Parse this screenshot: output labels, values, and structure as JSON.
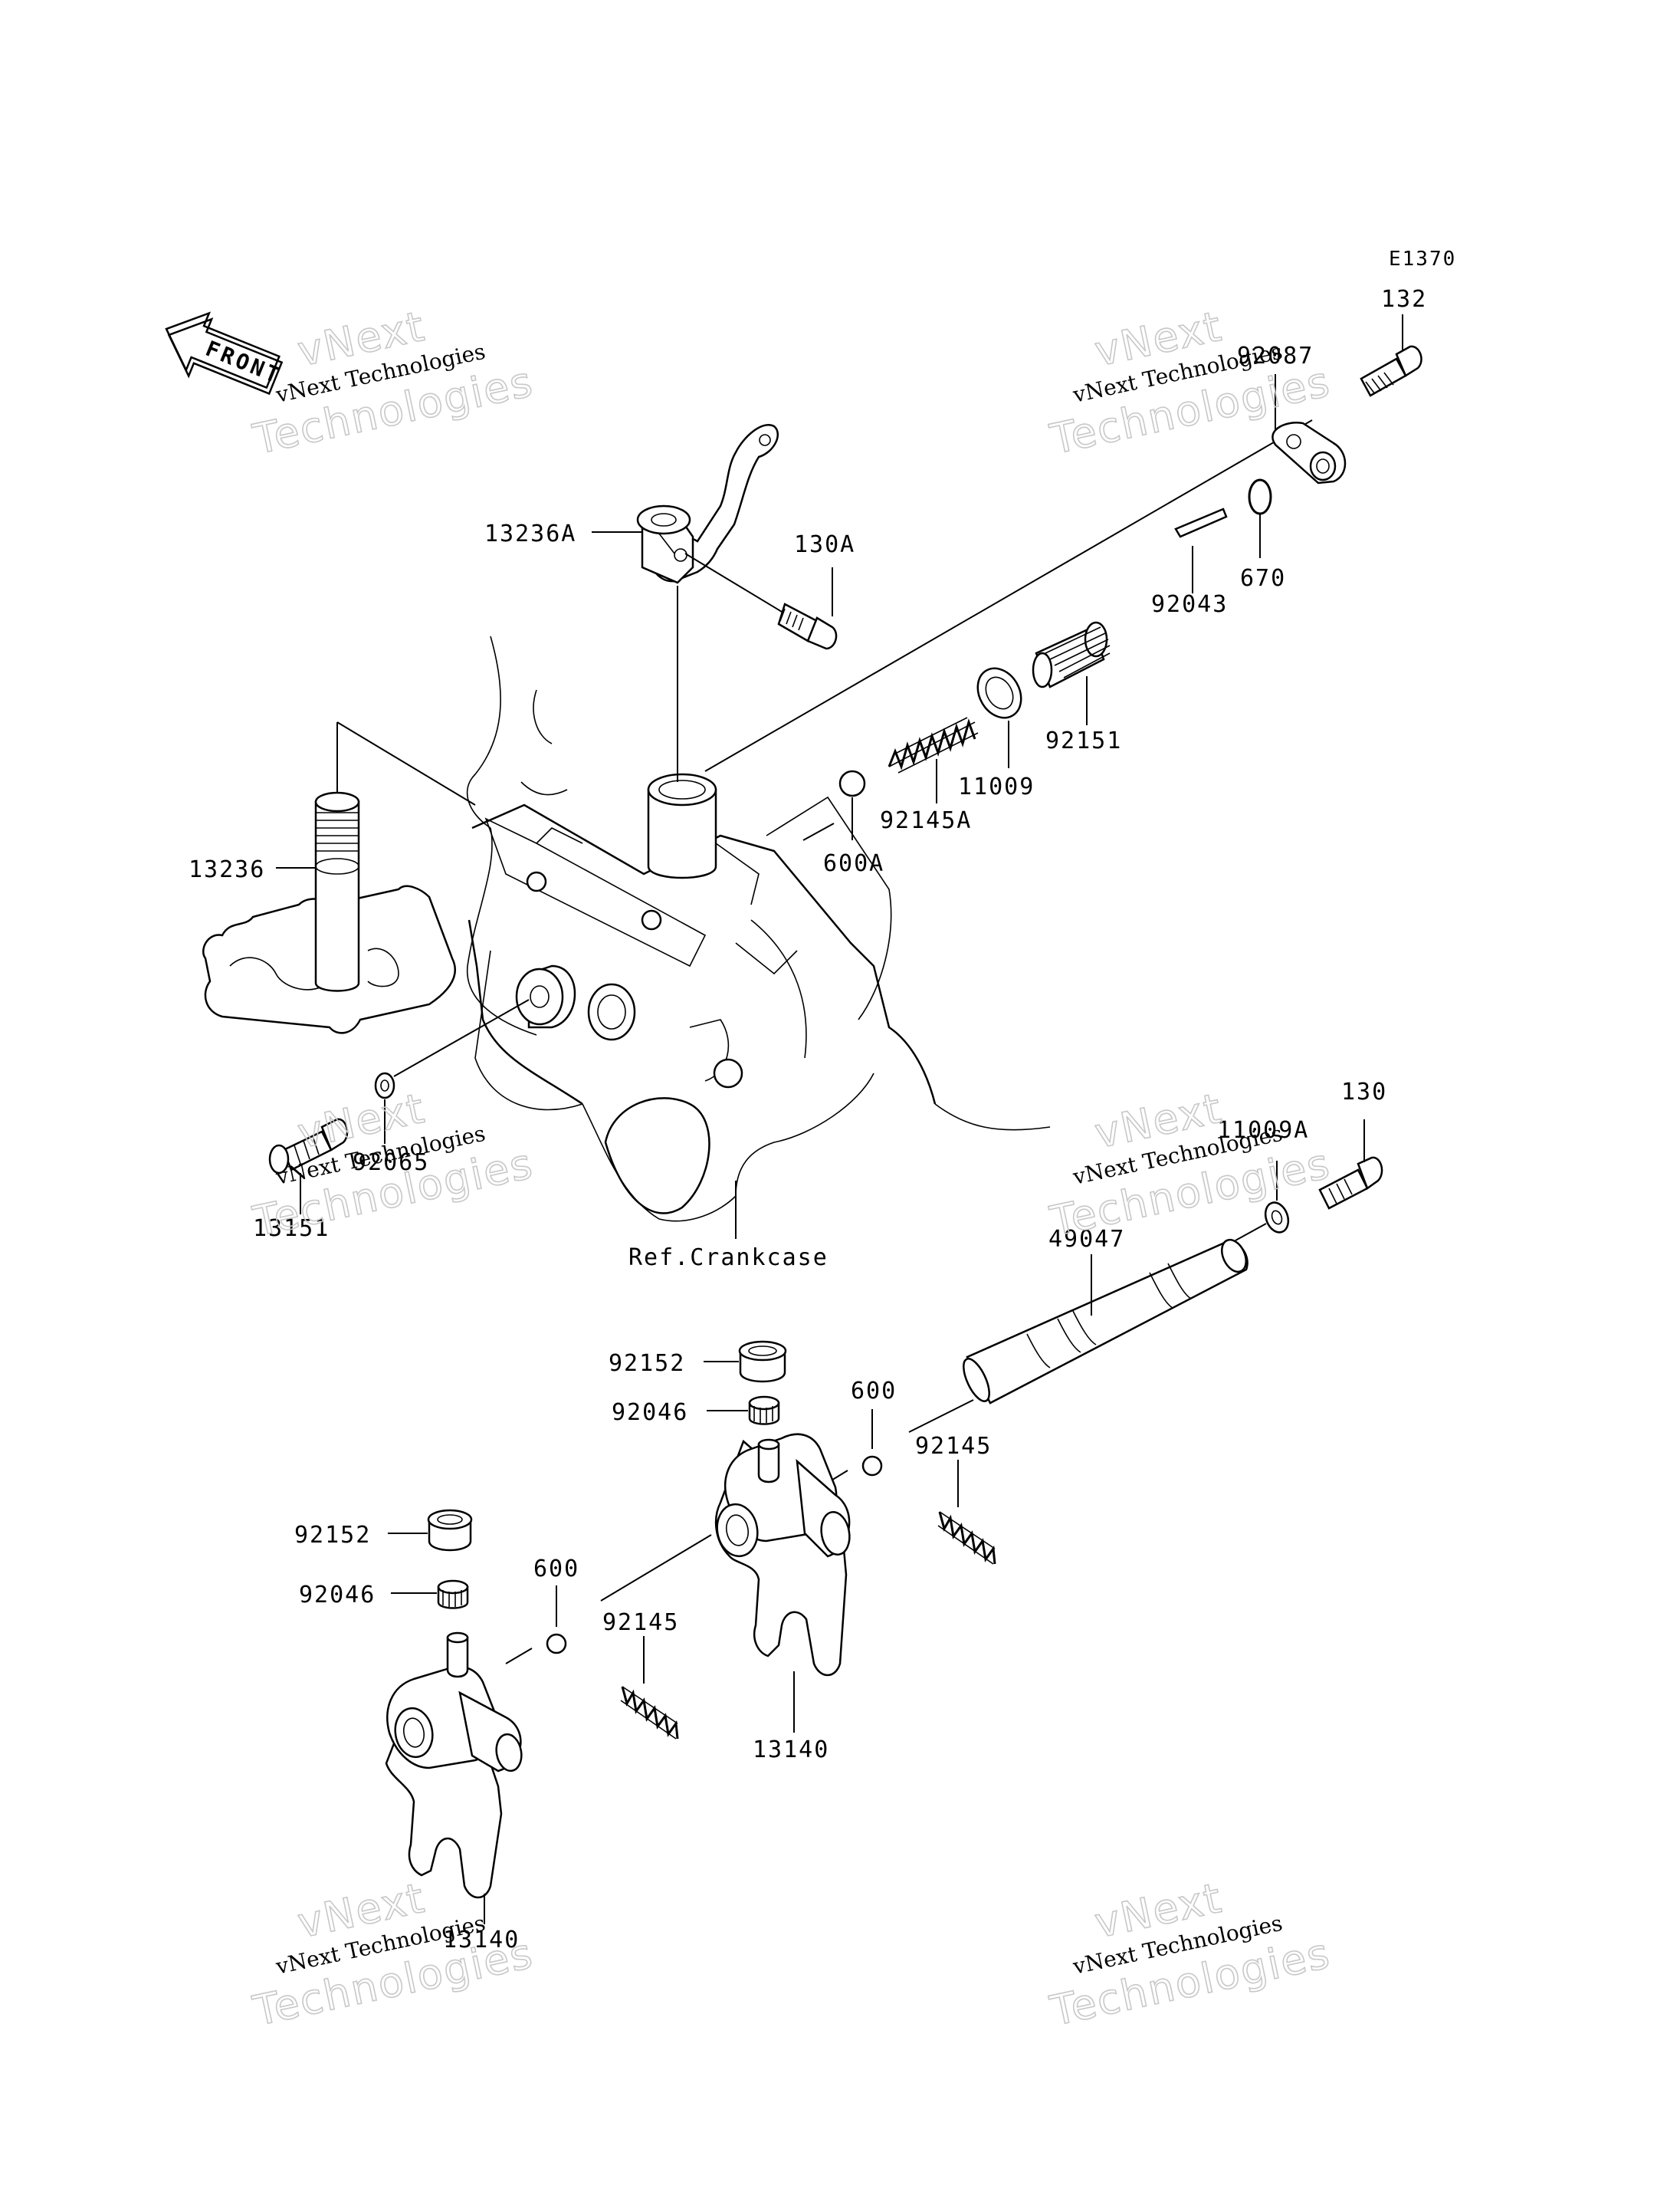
{
  "diagram_code": "E1370",
  "front_label": "FRONT",
  "ref_label": "Ref.Crankcase",
  "labels": {
    "p132": "132",
    "p92087": "92087",
    "p670": "670",
    "p92043": "92043",
    "p13236A": "13236A",
    "p130A": "130A",
    "p92151": "92151",
    "p11009": "11009",
    "p92145A": "92145A",
    "p600A": "600A",
    "p13236": "13236",
    "p92065": "92065",
    "p13151": "13151",
    "p130": "130",
    "p11009A": "11009A",
    "p49047": "49047",
    "p92152a": "92152",
    "p92046a": "92046",
    "p600a": "600",
    "p92145a": "92145",
    "p13140a": "13140",
    "p92152b": "92152",
    "p92046b": "92046",
    "p600b": "600",
    "p92145b": "92145",
    "p13140b": "13140"
  },
  "watermark": {
    "line1": "vNext",
    "line2": "vNext Technologies",
    "line3": "Technologies"
  }
}
